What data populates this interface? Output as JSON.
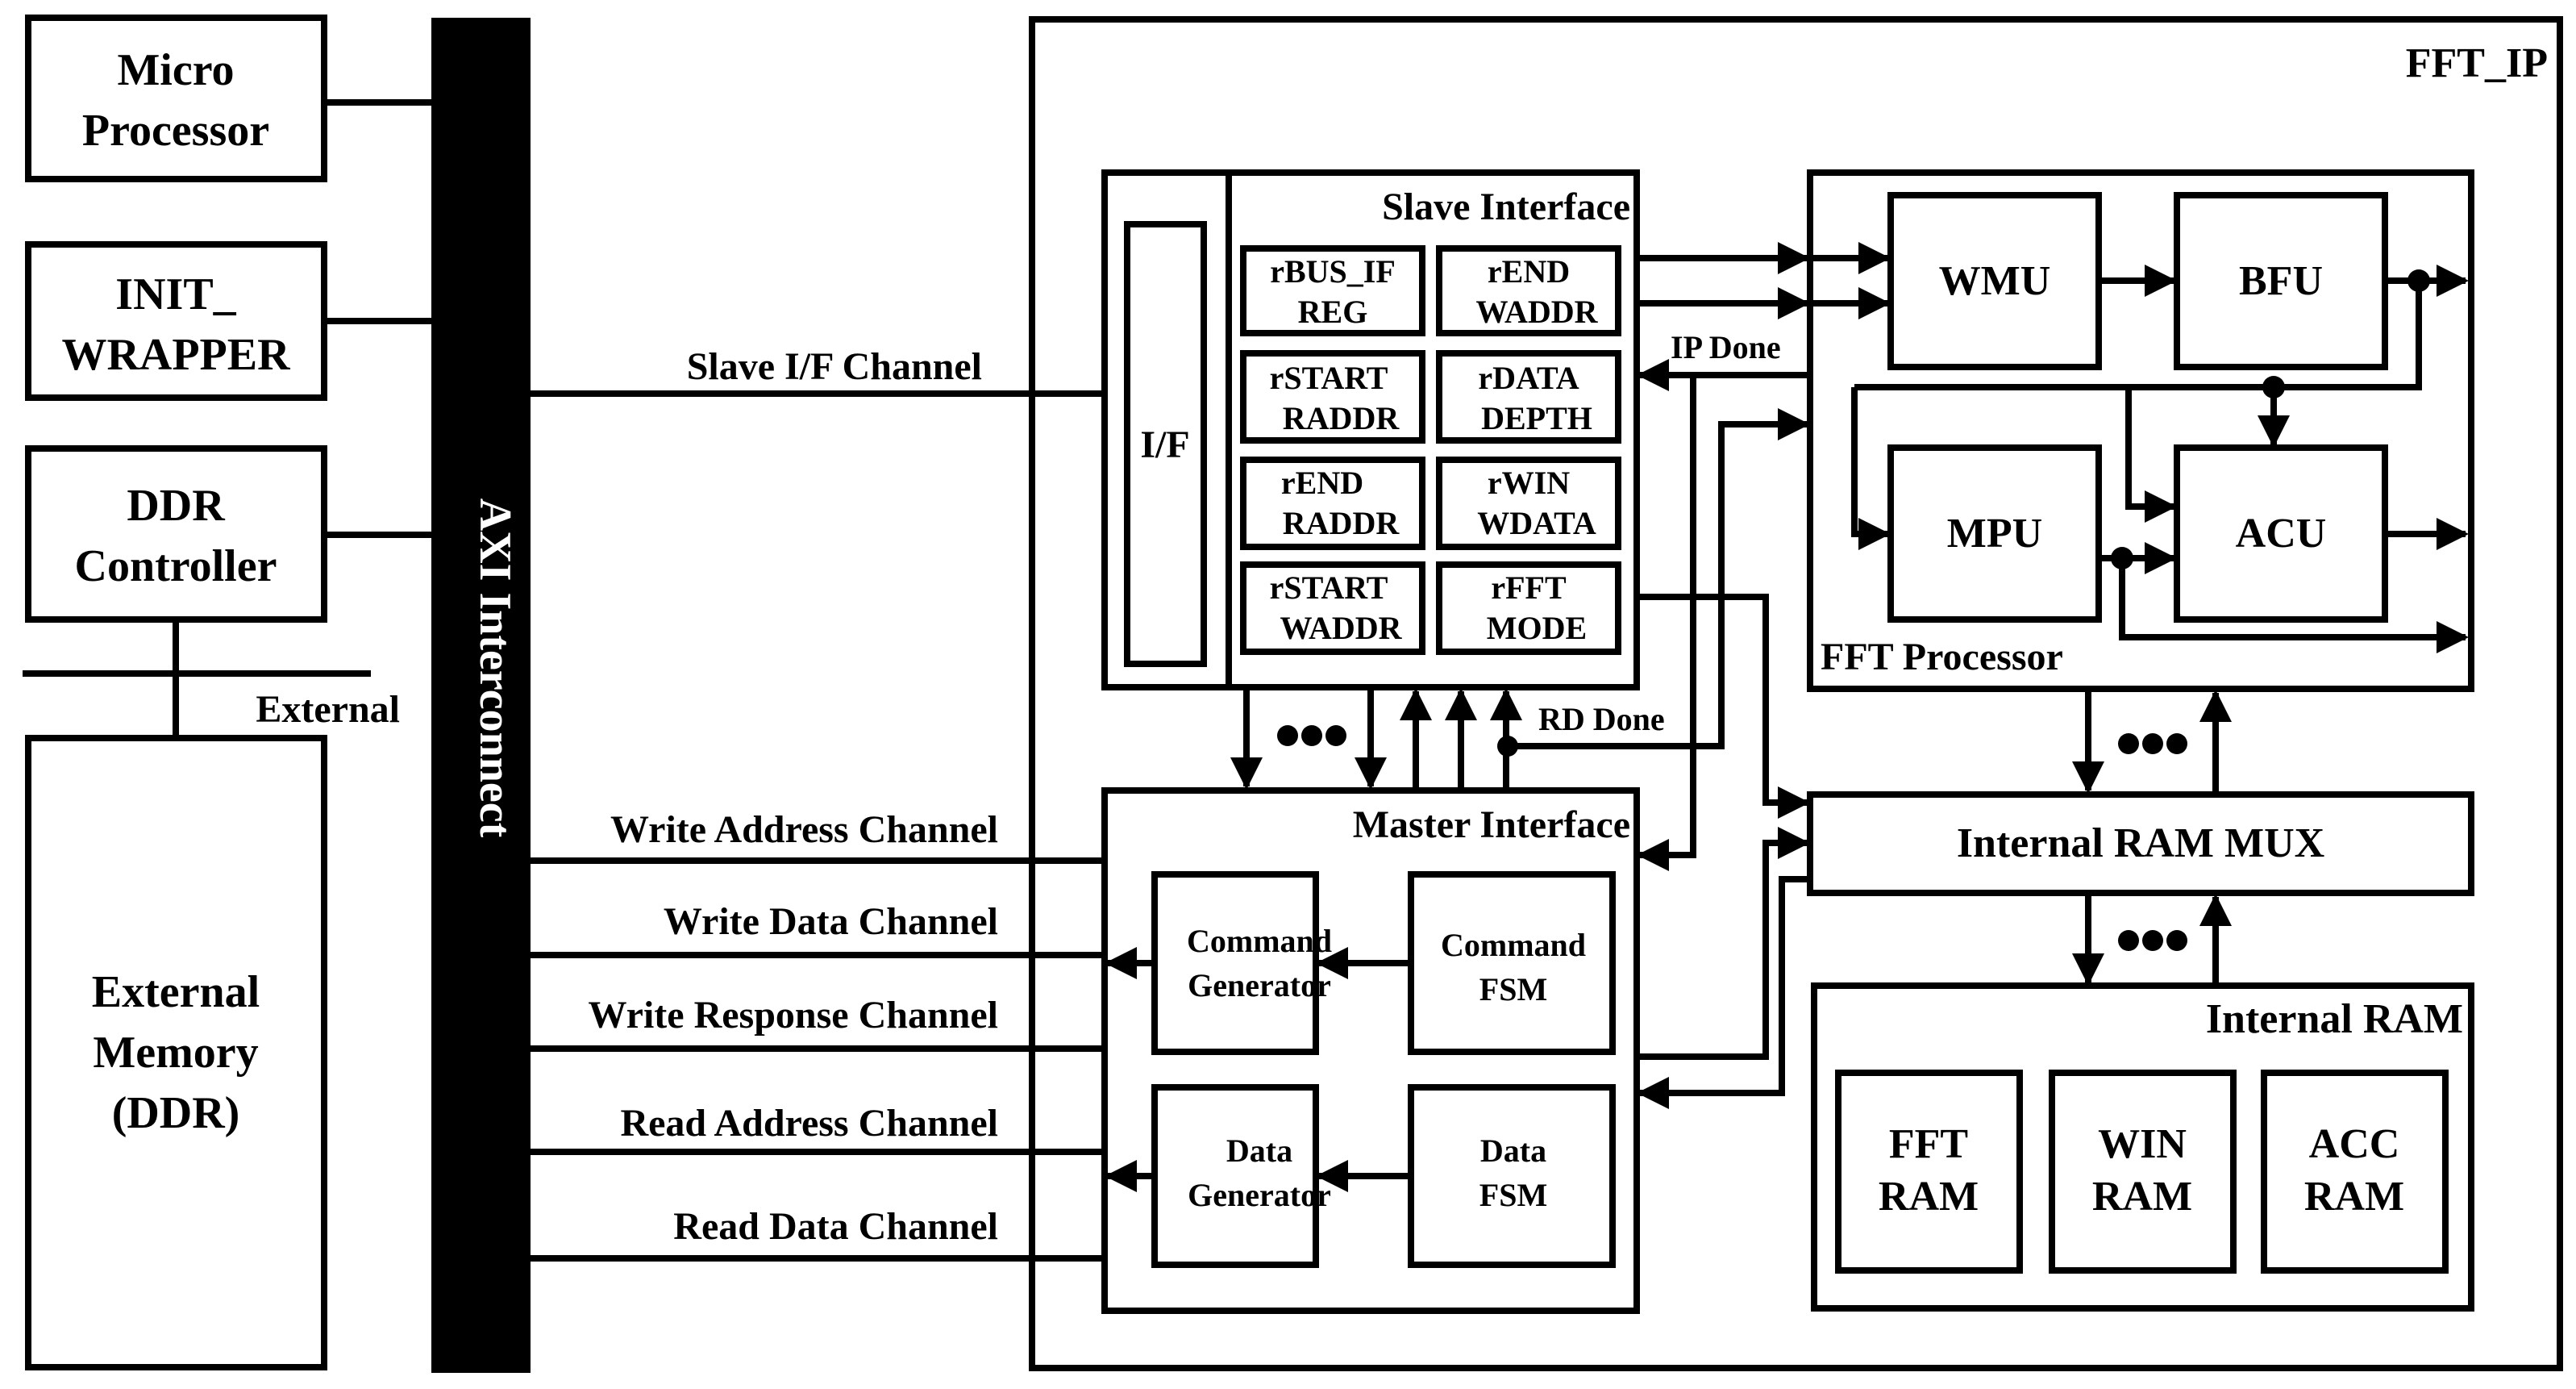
{
  "left_blocks": {
    "micro_processor": [
      "Micro",
      "Processor"
    ],
    "init_wrapper": [
      "INIT_",
      "WRAPPER"
    ],
    "ddr_controller": [
      "DDR",
      "Controller"
    ],
    "external_label": "External",
    "external_memory": [
      "External",
      "Memory",
      "(DDR)"
    ]
  },
  "bus": {
    "label": "AXI Interconnect"
  },
  "channels": {
    "slave": "Slave I/F Channel",
    "write_address": "Write Address Channel",
    "write_data": "Write Data Channel",
    "write_response": "Write Response Channel",
    "read_address": "Read Address Channel",
    "read_data": "Read Data Channel"
  },
  "fft_ip": {
    "title": "FFT_IP",
    "slave_interface": {
      "title": "Slave Interface",
      "if_label": "I/F",
      "registers": [
        [
          "rBUS_IF",
          "REG"
        ],
        [
          "rEND",
          "WADDR"
        ],
        [
          "rSTART",
          "RADDR"
        ],
        [
          "rDATA",
          "DEPTH"
        ],
        [
          "rEND",
          "RADDR"
        ],
        [
          "rWIN",
          "WDATA"
        ],
        [
          "rSTART",
          "WADDR"
        ],
        [
          "rFFT",
          "MODE"
        ]
      ]
    },
    "signals": {
      "ip_done": "IP Done",
      "rd_done": "RD Done"
    },
    "master_interface": {
      "title": "Master Interface",
      "command_generator": [
        "Command",
        "Generator"
      ],
      "command_fsm": [
        "Command",
        "FSM"
      ],
      "data_generator": [
        "Data",
        "Generator"
      ],
      "data_fsm": [
        "Data",
        "FSM"
      ]
    },
    "fft_processor": {
      "title": "FFT Processor",
      "wmu": "WMU",
      "bfu": "BFU",
      "mpu": "MPU",
      "acu": "ACU"
    },
    "internal_ram_mux": "Internal RAM MUX",
    "internal_ram": {
      "title": "Internal RAM",
      "fft_ram": [
        "FFT",
        "RAM"
      ],
      "win_ram": [
        "WIN",
        "RAM"
      ],
      "acc_ram": [
        "ACC",
        "RAM"
      ]
    }
  },
  "colors": {
    "stroke": "#000000",
    "background": "#ffffff",
    "bus_fill": "#000000"
  }
}
